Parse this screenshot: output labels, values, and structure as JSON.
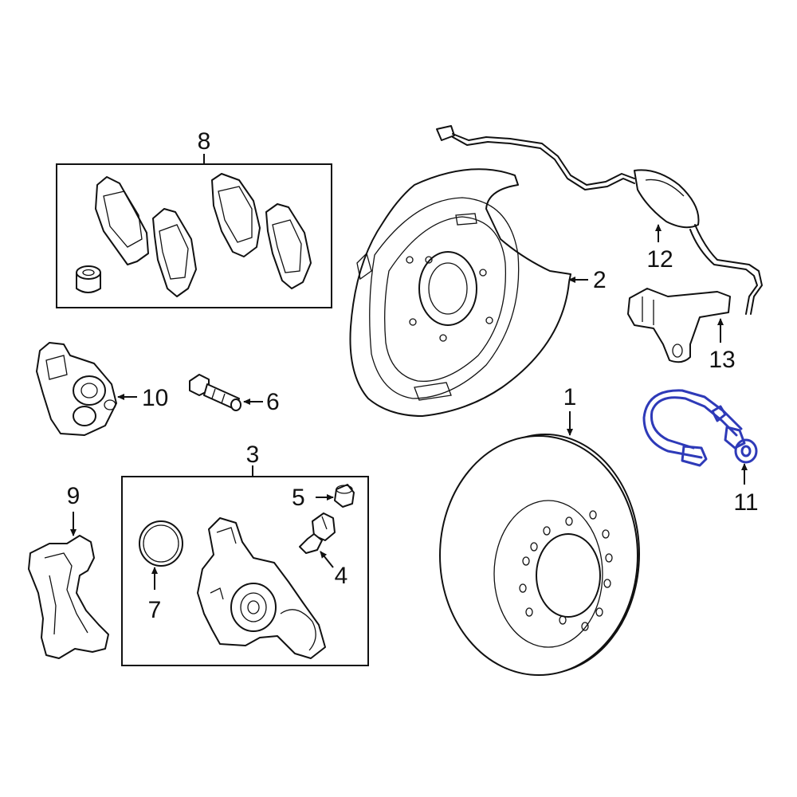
{
  "highlight_color": "#2e3ab8",
  "line_color": "#111111",
  "callouts": {
    "c1": "1",
    "c2": "2",
    "c3": "3",
    "c4": "4",
    "c5": "5",
    "c6": "6",
    "c7": "7",
    "c8": "8",
    "c9": "9",
    "c10": "10",
    "c11": "11",
    "c12": "12",
    "c13": "13"
  },
  "highlighted_part": "11"
}
